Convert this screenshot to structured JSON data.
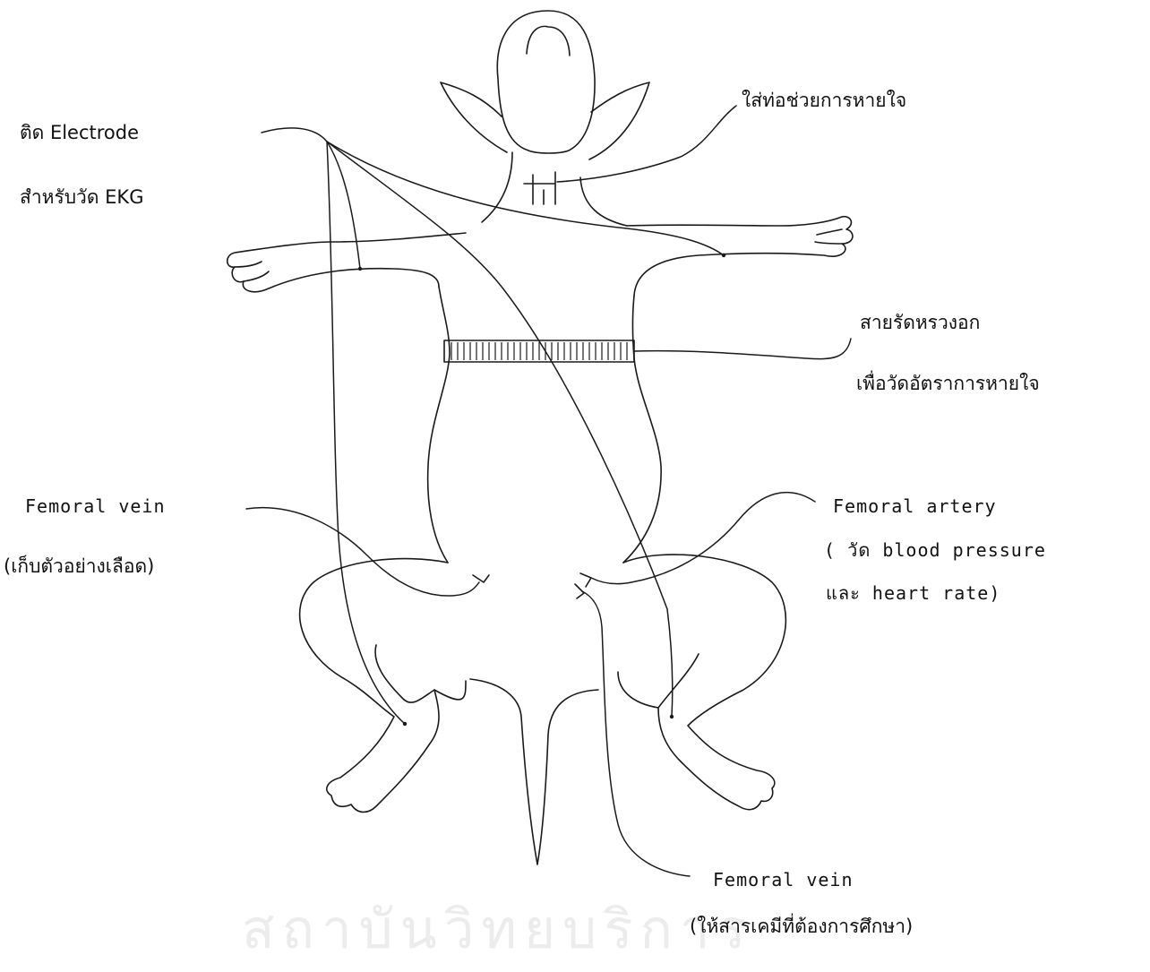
{
  "labels": {
    "electrode_line1": "ติด Electrode",
    "electrode_line2": "สำหรับวัด EKG",
    "trachea": "ใส่ท่อช่วยการหายใจ",
    "chest_strap_line1": "สายรัดหรวงอก",
    "chest_strap_line2": "เพื่อวัดอัตราการหายใจ",
    "femoral_vein_left_line1": "Femoral vein",
    "femoral_vein_left_line2": "(เก็บตัวอย่างเลือด)",
    "femoral_artery_line1": "Femoral artery",
    "femoral_artery_line2": "( วัด blood pressure",
    "femoral_artery_line3": "และ heart rate)",
    "femoral_vein_bottom_line1": "Femoral vein",
    "femoral_vein_bottom_line2": "(ให้สารเคมีที่ต้องการศึกษา)"
  },
  "watermark": "สถาบันวิทยบริการ",
  "colors": {
    "ink": "#1a1a1a",
    "paper": "#ffffff",
    "watermark": "#ececec"
  }
}
